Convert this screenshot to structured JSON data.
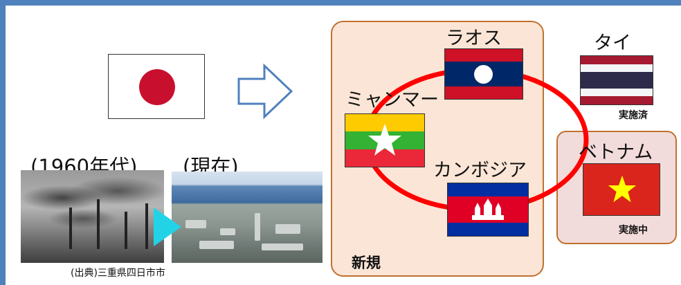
{
  "era": {
    "past": "(1960年代)",
    "present": "(現在)"
  },
  "source": "(出典)三重県四日市市",
  "group_new": {
    "label": "新規"
  },
  "countries": {
    "laos": "ラオス",
    "myanmar": "ミャンマー",
    "cambodia": "カンボジア",
    "thailand": "タイ",
    "vietnam": "ベトナム"
  },
  "status": {
    "thailand": "実施済",
    "vietnam": "実施中"
  },
  "colors": {
    "frame": "#4f81bd",
    "ring": "#ff0000",
    "box_new_fill": "#fbe5d6",
    "box_vn_fill": "#f2dcdb",
    "box_border": "#c0702e",
    "play": "#22d3e6"
  },
  "icons": [
    "japan-flag",
    "right-arrow-icon",
    "play-icon",
    "laos-flag",
    "myanmar-flag",
    "cambodia-flag",
    "thailand-flag",
    "vietnam-flag"
  ]
}
